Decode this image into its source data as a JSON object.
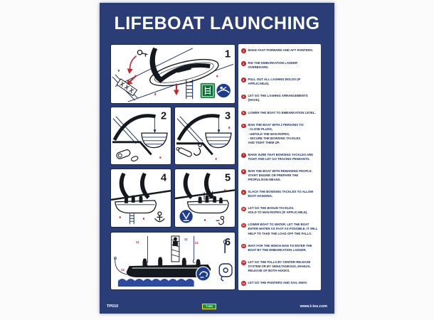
{
  "title": "LIFEBOAT LAUNCHING",
  "panels": [
    {
      "number": "1"
    },
    {
      "number": "2"
    },
    {
      "number": "3"
    },
    {
      "number": "4"
    },
    {
      "number": "5"
    },
    {
      "number": "6",
      "annotations": [
        "11",
        "12",
        "13",
        "14"
      ]
    }
  ],
  "badges": {
    "green_badge": "embarkation-ladder-icon",
    "blue_badge_1": "board-lifeboat-icon",
    "blue_badge_2": "bowsing-tackle-icon",
    "blue_badge_3": "hook-release-icon"
  },
  "steps": [
    {
      "num": "1",
      "text": "MAKE FAST FORWARD AND AFT PAINTERS."
    },
    {
      "num": "2",
      "text": "RIG THE EMBARKATION LADDER OVERBOARD."
    },
    {
      "num": "3",
      "text": "PULL OUT ALL LASHING BOLDS (IF APPLICABLE)."
    },
    {
      "num": "4",
      "text": "LET GO THE LASHING ARRANGEMENTS (HOOK)."
    },
    {
      "num": "5",
      "text": "LOWER THE BOAT TO EMBARKATION LEVEL."
    },
    {
      "num": "6",
      "text": "MAN THE BOAT WITH 2 PERSONS TO:\n- CLOSE PLUGS,\n- UNFOLD THE MAN ROPES,\n- SECURE THE BOWSING TACKLES\nAND TIGHT THEM UP."
    },
    {
      "num": "7",
      "text": "MAKE SURE THAT BOWSING TACKLES ARE TIGHT AND LET GO TRACING PENDANTS."
    },
    {
      "num": "8",
      "text": "MAN THE BOAT WITH REMAINING PEOPLE. START ENGINE OR PREPARE THE PROPULSION MEANS."
    },
    {
      "num": "9",
      "text": "SLACK THE BOWSING TACKLES TO ALLOW BOAT HANGING."
    },
    {
      "num": "10",
      "text": "LET GO THE BOSUN TACKLES.\nHOLD TO MAN ROPES (IF APPLICABLE)."
    },
    {
      "num": "11",
      "text": "LOWER BOAT TO WATER. LET THE BOAT ENTER WATER AS FAST AS POSSIBLE. IT WILL HELP TO TAKE THE LOAD OFF THE FALLS."
    },
    {
      "num": "12",
      "text": "WAIT FOR THE WINCH MAN TO ENTER THE BOAT BY THE EMBARKATION LADDER."
    },
    {
      "num": "13",
      "text": "LET GO THE FALLS BY CENTER RELEASE SYSTEM OR BY SIMULTANEOUS, MANUAL RELEASE OF BOTH HOOKS."
    },
    {
      "num": "14",
      "text": "LET GO THE PAINTERS AND SAIL AWAY."
    }
  ],
  "footer": {
    "code": "TP010",
    "logo_text": "T-ISS",
    "website": "www.t-iss.com"
  },
  "colors": {
    "poster_bg": "#2b3d77",
    "step_badge": "#c1272d",
    "text_navy": "#1b2f66",
    "water_blue": "#2e4a9e",
    "green_badge": "#00702f",
    "blue_badge": "#1d3c8f"
  }
}
